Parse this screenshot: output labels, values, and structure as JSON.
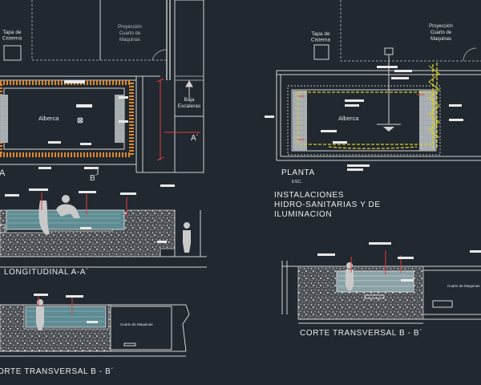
{
  "plan_left": {
    "cistern_label": "Tapa de\nCisterna",
    "machine_room_label": "Proyección\nCuarto de\nMaquinas",
    "pool_label": "Alberca",
    "stairs_label": "Baja\nEscaleras",
    "section_mark_a": "A´",
    "section_mark_b": "B´",
    "edge_letter": "A"
  },
  "plan_right": {
    "cistern_label": "Tapa de\nCisterna",
    "machine_room_label": "Proyección\nCuarto de\nMaquinas",
    "pool_label": "Alberca",
    "view_title": "PLANTA",
    "scale_label": "ESC."
  },
  "installations_title": "INSTALACIONES\nHIDRO-SANITARIAS Y DE\nILUMINACION",
  "section_longitudinal": {
    "title": "LONGITUDINAL A-A´"
  },
  "section_transversal_left": {
    "title": "ORTE TRANSVERSAL B - B´",
    "machine_room_label": "Cuarto de Maquinas"
  },
  "section_transversal_right": {
    "title": "CORTE TRANSVERSAL B - B´",
    "machine_room_label": "Cuarto de Maquinas"
  },
  "colors": {
    "background": "#212830",
    "line": "#d2d2d2",
    "dim_red": "#e03c3c",
    "rebar_orange": "#e08a2a",
    "water": "#5e8c92",
    "conduit_yellow": "#d6cf2e"
  }
}
